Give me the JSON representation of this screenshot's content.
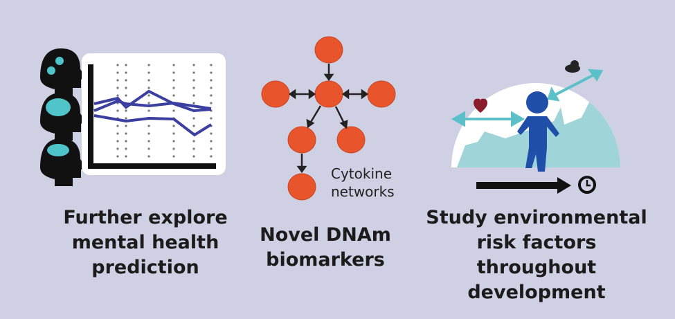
{
  "panels": [
    {
      "caption": [
        "Further explore",
        "mental health",
        "prediction"
      ]
    },
    {
      "caption": [
        "Novel DNAm",
        "biomarkers"
      ],
      "network_label": [
        "Cytokine",
        "networks"
      ]
    },
    {
      "caption": [
        "Study environmental",
        "risk factors throughout",
        "development"
      ]
    }
  ],
  "colors": {
    "background": "#cfd0e3",
    "line": "#3a3fa0",
    "node": "#e8552c",
    "teal": "#5bc0c8",
    "figure": "#1f4fa8",
    "heart": "#8b1c2c"
  }
}
